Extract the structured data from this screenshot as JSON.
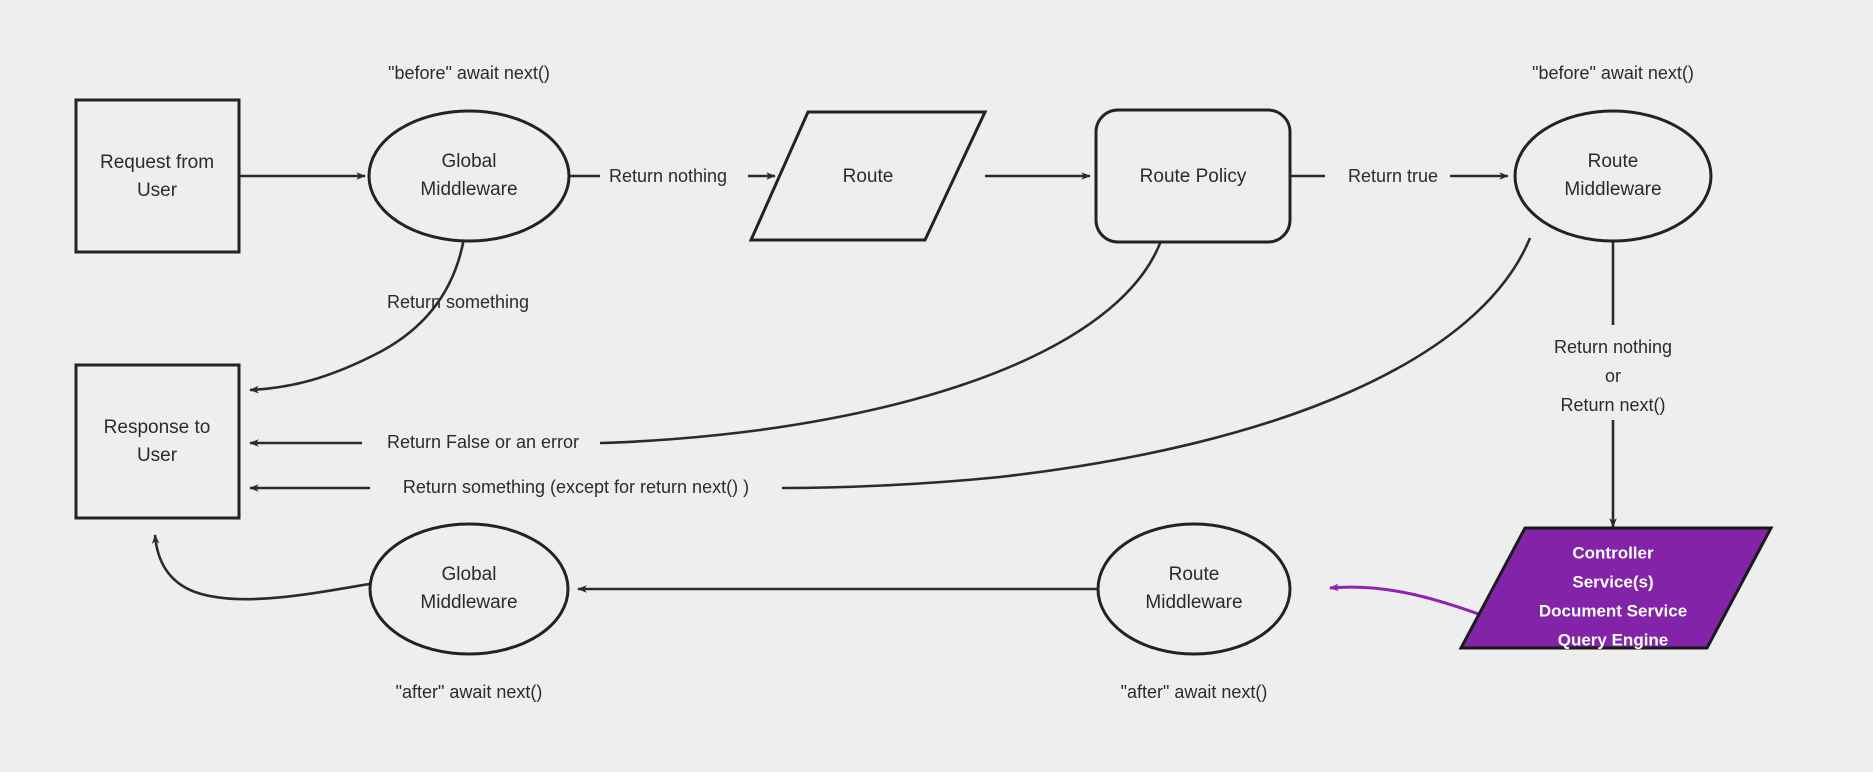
{
  "diagram": {
    "title": "Middleware request lifecycle flowchart",
    "background_color": "#eeeeee",
    "line_color": "#2b2b2b",
    "accent_color": "#8223A8",
    "nodes": [
      {
        "id": "request_from_user",
        "shape": "rectangle",
        "line1": "Request from",
        "line2": "User"
      },
      {
        "id": "global_middleware_before",
        "shape": "ellipse",
        "line1": "Global",
        "line2": "Middleware"
      },
      {
        "id": "route",
        "shape": "parallelogram",
        "line1": "Route",
        "line2": ""
      },
      {
        "id": "route_policy",
        "shape": "rounded-rectangle",
        "line1": "Route Policy",
        "line2": ""
      },
      {
        "id": "route_middleware_before",
        "shape": "ellipse",
        "line1": "Route",
        "line2": "Middleware"
      },
      {
        "id": "controller_services",
        "shape": "parallelogram",
        "line1": "Controller",
        "line2": "Service(s)",
        "line3": "Document Service",
        "line4": "Query Engine"
      },
      {
        "id": "route_middleware_after",
        "shape": "ellipse",
        "line1": "Route",
        "line2": "Middleware"
      },
      {
        "id": "global_middleware_after",
        "shape": "ellipse",
        "line1": "Global",
        "line2": "Middleware"
      },
      {
        "id": "response_to_user",
        "shape": "rectangle",
        "line1": "Response to",
        "line2": "User"
      }
    ],
    "edge_labels": {
      "return_nothing": "Return nothing",
      "return_true": "Return true",
      "return_something": "Return something",
      "return_false_or_error": "Return False or an error",
      "return_something_except_next": "Return something (except for return next() )",
      "return_nothing_or_next_line1": "Return nothing",
      "return_nothing_or_next_line2": "or",
      "return_nothing_or_next_line3": "Return next()"
    },
    "annotations": {
      "before_await_next_global": "\"before\" await next()",
      "before_await_next_route": "\"before\" await next()",
      "after_await_next_global": "\"after\" await next()",
      "after_await_next_route": "\"after\" await next()"
    }
  }
}
